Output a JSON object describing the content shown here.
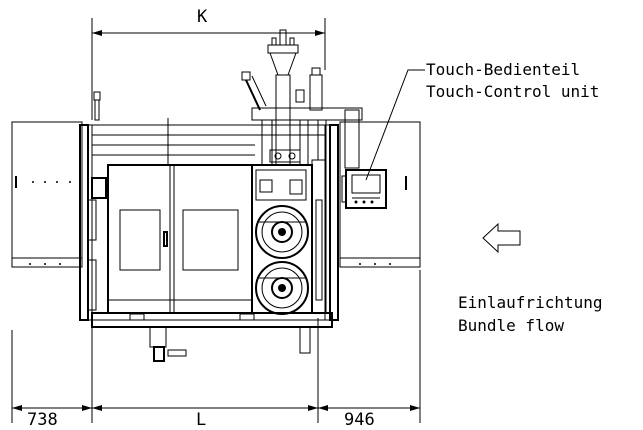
{
  "dimensions": {
    "top_width": "K",
    "left_offset": "738",
    "middle_width": "L",
    "right_offset": "946"
  },
  "labels": {
    "touch_de": "Touch-Bedienteil",
    "touch_en": "Touch-Control unit",
    "flow_de": "Einlaufrichtung",
    "flow_en": "Bundle flow"
  },
  "icons": {
    "flow_direction": "arrow-left-outline-icon"
  },
  "colors": {
    "line": "#000000",
    "background": "#ffffff"
  }
}
